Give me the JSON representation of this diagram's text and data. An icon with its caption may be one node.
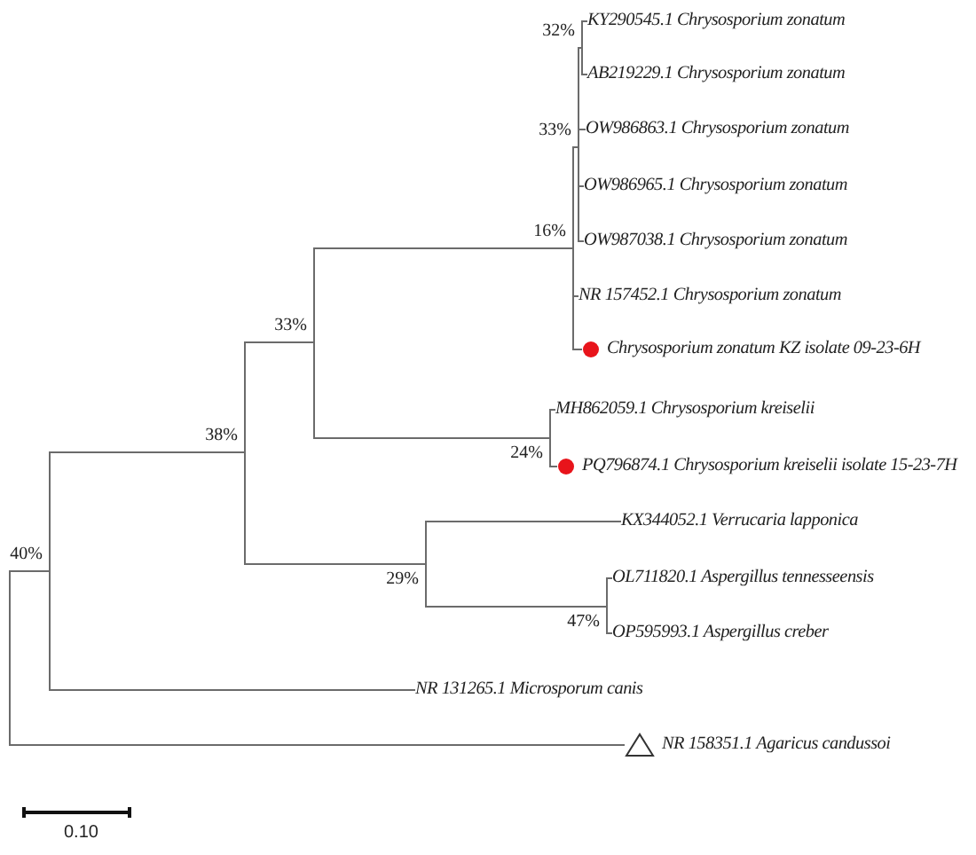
{
  "diagram": {
    "nodes": [
      {
        "text": [
          "32%"
        ]
      },
      {
        "text": [
          "KY290545.1 Chrysosporium zonatum"
        ]
      },
      {
        "text": [
          "AB219229.1 Chrysosporium zonatum"
        ]
      },
      {
        "text": [
          "33%"
        ]
      },
      {
        "text": [
          "OW986863.1 Chrysosporium zonatum"
        ]
      },
      {
        "text": [
          "OW986965.1 Chrysosporium zonatum"
        ]
      },
      {
        "text": [
          "16%"
        ]
      },
      {
        "text": [
          "OW987038.1 Chrysosporium zonatum"
        ]
      },
      {
        "text": [
          "NR 157452.1 Chrysosporium zonatum"
        ]
      },
      {
        "text": [
          "33%"
        ]
      },
      {
        "text": [
          "Chrysosporium zonatum KZ isolate 09-23-6H"
        ]
      },
      {
        "text": [
          "MH862059.1 Chrysosporium kreiselii"
        ]
      },
      {
        "text": [
          "38%"
        ]
      },
      {
        "text": [
          "24%"
        ]
      },
      {
        "text": [
          "PQ796874.1 Chrysosporium kreiselii isolate 15-23-7H"
        ]
      },
      {
        "text": [
          "KX344052.1 Verrucaria lapponica"
        ]
      },
      {
        "text": [
          "40%"
        ]
      },
      {
        "text": [
          "29%"
        ]
      },
      {
        "text": [
          "OL711820.1 Aspergillus tennesseensis"
        ]
      },
      {
        "text": [
          "47%"
        ]
      },
      {
        "text": [
          "OP595993.1 Aspergillus creber"
        ]
      },
      {
        "text": [
          "NR 131265.1 Microsporum canis"
        ]
      },
      {
        "text": [
          "NR 158351.1 Agaricus candussoi"
        ]
      }
    ],
    "edges": [
      {
        "from": 0,
        "to": 1,
        "arrow": "none"
      },
      {
        "from": 0,
        "to": 2,
        "arrow": "none"
      },
      {
        "from": 3,
        "to": 0,
        "arrow": "none"
      },
      {
        "from": 3,
        "to": 4,
        "arrow": "none"
      },
      {
        "from": 3,
        "to": 5,
        "arrow": "none"
      },
      {
        "from": 3,
        "to": 7,
        "arrow": "none"
      },
      {
        "from": 6,
        "to": 3,
        "arrow": "none"
      },
      {
        "from": 6,
        "to": 8,
        "arrow": "none"
      },
      {
        "from": 6,
        "to": 10,
        "arrow": "none"
      },
      {
        "from": 9,
        "to": 6,
        "arrow": "none"
      },
      {
        "from": 9,
        "to": 13,
        "arrow": "none"
      },
      {
        "from": 13,
        "to": 11,
        "arrow": "none"
      },
      {
        "from": 13,
        "to": 14,
        "arrow": "none"
      },
      {
        "from": 12,
        "to": 9,
        "arrow": "none"
      },
      {
        "from": 12,
        "to": 17,
        "arrow": "none"
      },
      {
        "from": 17,
        "to": 15,
        "arrow": "none"
      },
      {
        "from": 17,
        "to": 19,
        "arrow": "none"
      },
      {
        "from": 19,
        "to": 18,
        "arrow": "none"
      },
      {
        "from": 19,
        "to": 20,
        "arrow": "none"
      },
      {
        "from": 16,
        "to": 12,
        "arrow": "none"
      },
      {
        "from": 16,
        "to": 21,
        "arrow": "none"
      },
      {
        "from": 16,
        "to": 22,
        "arrow": "none"
      }
    ],
    "labels": [
      "0.10"
    ]
  }
}
